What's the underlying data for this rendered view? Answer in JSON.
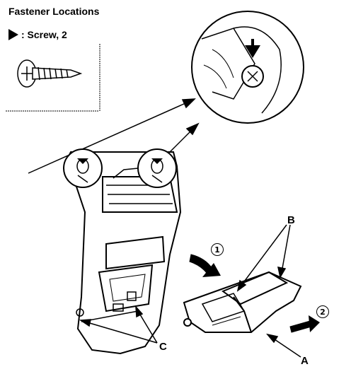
{
  "title": "Fastener Locations",
  "legend": {
    "label": ": Screw, 2",
    "icon": "solid-arrow-icon"
  },
  "callouts": {
    "a": "A",
    "b": "B",
    "c": "C"
  },
  "steps": {
    "one": "1",
    "two": "2"
  }
}
